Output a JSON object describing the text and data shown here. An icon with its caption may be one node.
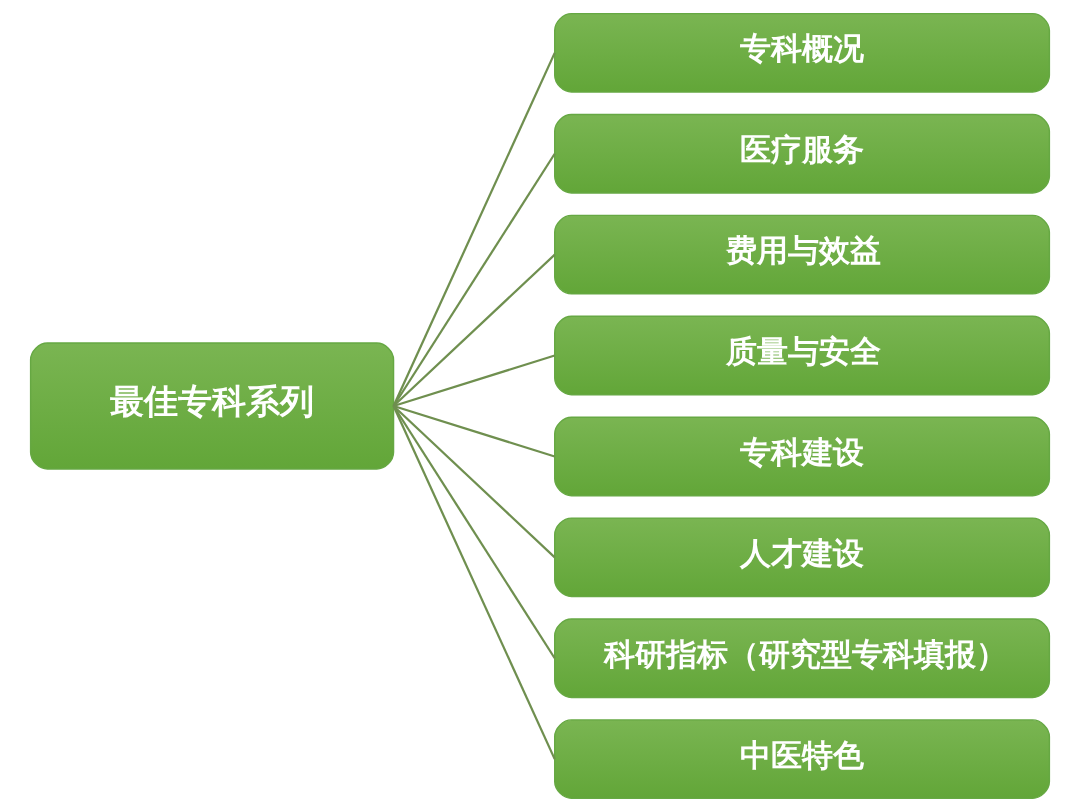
{
  "diagram": {
    "nodes": [
      {
        "text": [
          "最佳专科系列"
        ]
      },
      {
        "text": [
          "专科概况"
        ]
      },
      {
        "text": [
          "医疗服务"
        ]
      },
      {
        "text": [
          "费用与效益"
        ]
      },
      {
        "text": [
          "质量与安全"
        ]
      },
      {
        "text": [
          "专科建设"
        ]
      },
      {
        "text": [
          "人才建设"
        ]
      },
      {
        "text": [
          "科研指标（研究型专科填报）"
        ]
      },
      {
        "text": [
          "中医特色"
        ]
      }
    ],
    "edges": [
      {
        "from": 0,
        "to": 1,
        "arrow": "none"
      },
      {
        "from": 0,
        "to": 2,
        "arrow": "none"
      },
      {
        "from": 0,
        "to": 3,
        "arrow": "none"
      },
      {
        "from": 0,
        "to": 4,
        "arrow": "none"
      },
      {
        "from": 0,
        "to": 5,
        "arrow": "none"
      },
      {
        "from": 0,
        "to": 6,
        "arrow": "none"
      },
      {
        "from": 0,
        "to": 7,
        "arrow": "none"
      },
      {
        "from": 0,
        "to": 8,
        "arrow": "none"
      }
    ]
  }
}
